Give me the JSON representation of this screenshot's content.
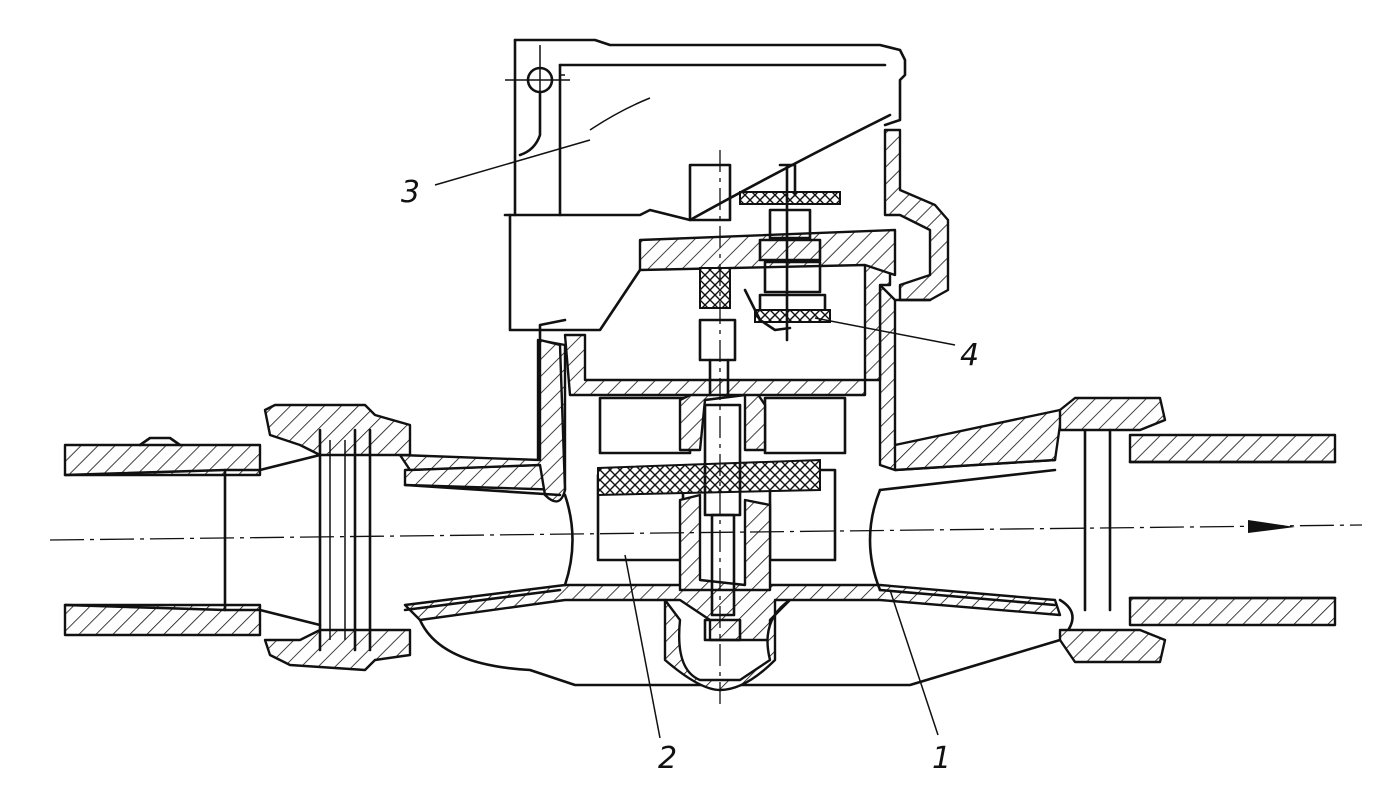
{
  "diagram": {
    "labels": [
      {
        "id": "1",
        "text": "1"
      },
      {
        "id": "2",
        "text": "2"
      },
      {
        "id": "3",
        "text": "3"
      },
      {
        "id": "4",
        "text": "4"
      }
    ]
  }
}
